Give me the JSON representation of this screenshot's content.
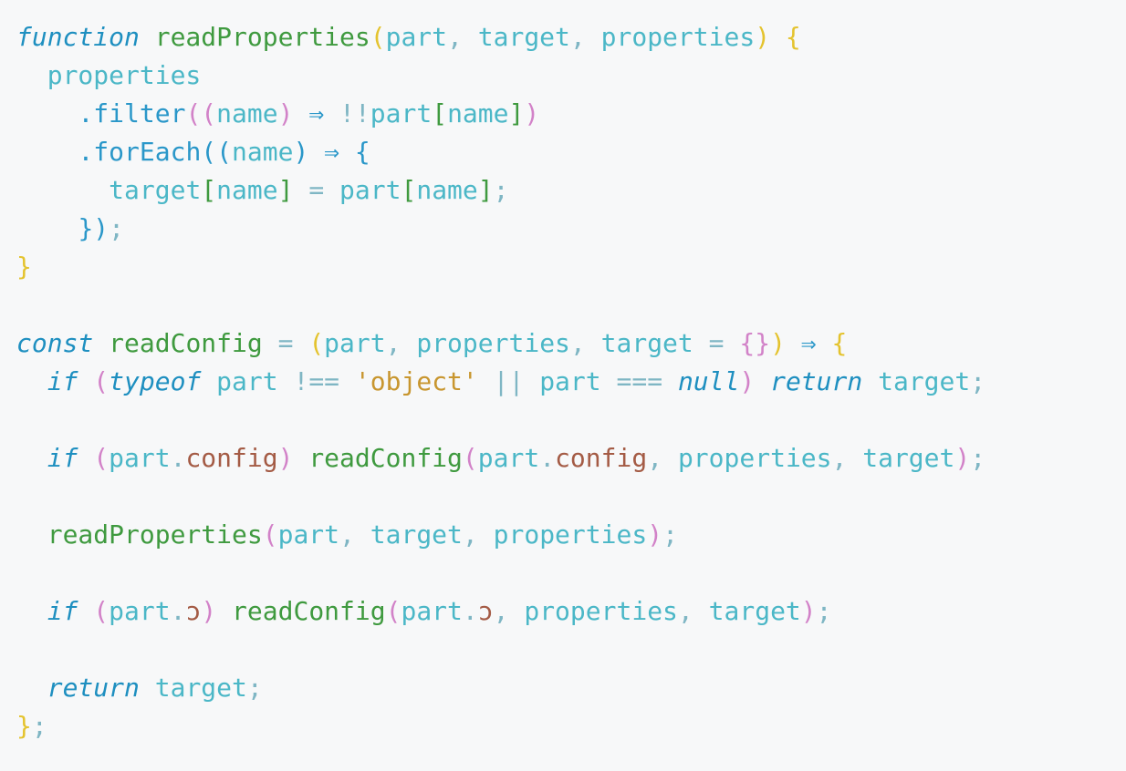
{
  "code": {
    "lines": [
      [
        {
          "t": "function",
          "c": "kw"
        },
        {
          "t": " ",
          "c": ""
        },
        {
          "t": "readProperties",
          "c": "fn"
        },
        {
          "t": "(",
          "c": "br"
        },
        {
          "t": "part",
          "c": "var"
        },
        {
          "t": ", ",
          "c": "op"
        },
        {
          "t": "target",
          "c": "var"
        },
        {
          "t": ", ",
          "c": "op"
        },
        {
          "t": "properties",
          "c": "var"
        },
        {
          "t": ") {",
          "c": "br"
        }
      ],
      [
        {
          "t": "  ",
          "c": ""
        },
        {
          "t": "properties",
          "c": "var"
        }
      ],
      [
        {
          "t": "    ",
          "c": ""
        },
        {
          "t": ".filter",
          "c": "ar"
        },
        {
          "t": "((",
          "c": "pr"
        },
        {
          "t": "name",
          "c": "var"
        },
        {
          "t": ")",
          "c": "pr"
        },
        {
          "t": " ⇒ ",
          "c": "ar"
        },
        {
          "t": "!!",
          "c": "op"
        },
        {
          "t": "part",
          "c": "var"
        },
        {
          "t": "[",
          "c": "fn"
        },
        {
          "t": "name",
          "c": "var"
        },
        {
          "t": "]",
          "c": "fn"
        },
        {
          "t": ")",
          "c": "pr"
        }
      ],
      [
        {
          "t": "    ",
          "c": ""
        },
        {
          "t": ".forEach",
          "c": "ar"
        },
        {
          "t": "((",
          "c": "ar"
        },
        {
          "t": "name",
          "c": "var"
        },
        {
          "t": ")",
          "c": "ar"
        },
        {
          "t": " ⇒ ",
          "c": "ar"
        },
        {
          "t": "{",
          "c": "ar"
        }
      ],
      [
        {
          "t": "      ",
          "c": ""
        },
        {
          "t": "target",
          "c": "var"
        },
        {
          "t": "[",
          "c": "fn"
        },
        {
          "t": "name",
          "c": "var"
        },
        {
          "t": "]",
          "c": "fn"
        },
        {
          "t": " = ",
          "c": "op"
        },
        {
          "t": "part",
          "c": "var"
        },
        {
          "t": "[",
          "c": "fn"
        },
        {
          "t": "name",
          "c": "var"
        },
        {
          "t": "]",
          "c": "fn"
        },
        {
          "t": ";",
          "c": "op"
        }
      ],
      [
        {
          "t": "    ",
          "c": ""
        },
        {
          "t": "})",
          "c": "ar"
        },
        {
          "t": ";",
          "c": "op"
        }
      ],
      [
        {
          "t": "}",
          "c": "br"
        }
      ],
      [],
      [
        {
          "t": "const",
          "c": "kw"
        },
        {
          "t": " ",
          "c": ""
        },
        {
          "t": "readConfig",
          "c": "fn"
        },
        {
          "t": " = ",
          "c": "op"
        },
        {
          "t": "(",
          "c": "br"
        },
        {
          "t": "part",
          "c": "var"
        },
        {
          "t": ", ",
          "c": "op"
        },
        {
          "t": "properties",
          "c": "var"
        },
        {
          "t": ", ",
          "c": "op"
        },
        {
          "t": "target",
          "c": "var"
        },
        {
          "t": " = ",
          "c": "op"
        },
        {
          "t": "{}",
          "c": "pr"
        },
        {
          "t": ")",
          "c": "br"
        },
        {
          "t": " ⇒ ",
          "c": "ar"
        },
        {
          "t": "{",
          "c": "br"
        }
      ],
      [
        {
          "t": "  ",
          "c": ""
        },
        {
          "t": "if",
          "c": "kw"
        },
        {
          "t": " ",
          "c": ""
        },
        {
          "t": "(",
          "c": "pr"
        },
        {
          "t": "typeof",
          "c": "kw"
        },
        {
          "t": " ",
          "c": ""
        },
        {
          "t": "part",
          "c": "var"
        },
        {
          "t": " !== ",
          "c": "op"
        },
        {
          "t": "'object'",
          "c": "str"
        },
        {
          "t": " || ",
          "c": "op"
        },
        {
          "t": "part",
          "c": "var"
        },
        {
          "t": " === ",
          "c": "op"
        },
        {
          "t": "null",
          "c": "kw"
        },
        {
          "t": ")",
          "c": "pr"
        },
        {
          "t": " ",
          "c": ""
        },
        {
          "t": "return",
          "c": "kw"
        },
        {
          "t": " ",
          "c": ""
        },
        {
          "t": "target",
          "c": "var"
        },
        {
          "t": ";",
          "c": "op"
        }
      ],
      [],
      [
        {
          "t": "  ",
          "c": ""
        },
        {
          "t": "if",
          "c": "kw"
        },
        {
          "t": " ",
          "c": ""
        },
        {
          "t": "(",
          "c": "pr"
        },
        {
          "t": "part",
          "c": "var"
        },
        {
          "t": ".",
          "c": "op"
        },
        {
          "t": "config",
          "c": "prop"
        },
        {
          "t": ")",
          "c": "pr"
        },
        {
          "t": " ",
          "c": ""
        },
        {
          "t": "readConfig",
          "c": "fn"
        },
        {
          "t": "(",
          "c": "pr"
        },
        {
          "t": "part",
          "c": "var"
        },
        {
          "t": ".",
          "c": "op"
        },
        {
          "t": "config",
          "c": "prop"
        },
        {
          "t": ", ",
          "c": "op"
        },
        {
          "t": "properties",
          "c": "var"
        },
        {
          "t": ", ",
          "c": "op"
        },
        {
          "t": "target",
          "c": "var"
        },
        {
          "t": ")",
          "c": "pr"
        },
        {
          "t": ";",
          "c": "op"
        }
      ],
      [],
      [
        {
          "t": "  ",
          "c": ""
        },
        {
          "t": "readProperties",
          "c": "fn"
        },
        {
          "t": "(",
          "c": "pr"
        },
        {
          "t": "part",
          "c": "var"
        },
        {
          "t": ", ",
          "c": "op"
        },
        {
          "t": "target",
          "c": "var"
        },
        {
          "t": ", ",
          "c": "op"
        },
        {
          "t": "properties",
          "c": "var"
        },
        {
          "t": ")",
          "c": "pr"
        },
        {
          "t": ";",
          "c": "op"
        }
      ],
      [],
      [
        {
          "t": "  ",
          "c": ""
        },
        {
          "t": "if",
          "c": "kw"
        },
        {
          "t": " ",
          "c": ""
        },
        {
          "t": "(",
          "c": "pr"
        },
        {
          "t": "part",
          "c": "var"
        },
        {
          "t": ".",
          "c": "op"
        },
        {
          "t": "ɔ",
          "c": "prop"
        },
        {
          "t": ")",
          "c": "pr"
        },
        {
          "t": " ",
          "c": ""
        },
        {
          "t": "readConfig",
          "c": "fn"
        },
        {
          "t": "(",
          "c": "pr"
        },
        {
          "t": "part",
          "c": "var"
        },
        {
          "t": ".",
          "c": "op"
        },
        {
          "t": "ɔ",
          "c": "prop"
        },
        {
          "t": ", ",
          "c": "op"
        },
        {
          "t": "properties",
          "c": "var"
        },
        {
          "t": ", ",
          "c": "op"
        },
        {
          "t": "target",
          "c": "var"
        },
        {
          "t": ")",
          "c": "pr"
        },
        {
          "t": ";",
          "c": "op"
        }
      ],
      [],
      [
        {
          "t": "  ",
          "c": ""
        },
        {
          "t": "return",
          "c": "kw"
        },
        {
          "t": " ",
          "c": ""
        },
        {
          "t": "target",
          "c": "var"
        },
        {
          "t": ";",
          "c": "op"
        }
      ],
      [
        {
          "t": "}",
          "c": "br"
        },
        {
          "t": ";",
          "c": "op"
        }
      ]
    ]
  }
}
